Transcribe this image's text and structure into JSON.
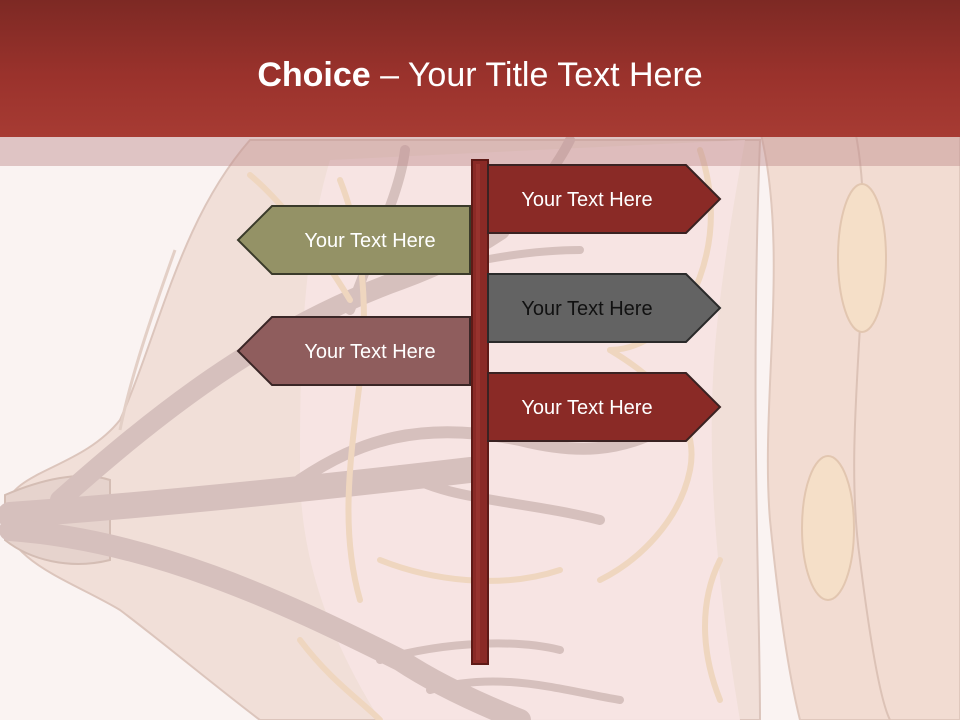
{
  "title": {
    "strong": "Choice",
    "separator": " – ",
    "rest": "Your Title Text Here"
  },
  "signs": [
    {
      "label": "Your Text Here",
      "direction": "right",
      "color": "#8a2a26",
      "text_color": "#ffffff"
    },
    {
      "label": "Your Text Here",
      "direction": "left",
      "color": "#949266",
      "text_color": "#ffffff"
    },
    {
      "label": "Your Text Here",
      "direction": "right",
      "color": "#636363",
      "text_color": "#111111"
    },
    {
      "label": "Your Text Here",
      "direction": "left",
      "color": "#8f5d5d",
      "text_color": "#ffffff"
    },
    {
      "label": "Your Text Here",
      "direction": "right",
      "color": "#8a2a26",
      "text_color": "#ffffff"
    }
  ],
  "colors": {
    "header": "#9a322c",
    "post": "#8a2a26",
    "background": "#faf3f2"
  }
}
